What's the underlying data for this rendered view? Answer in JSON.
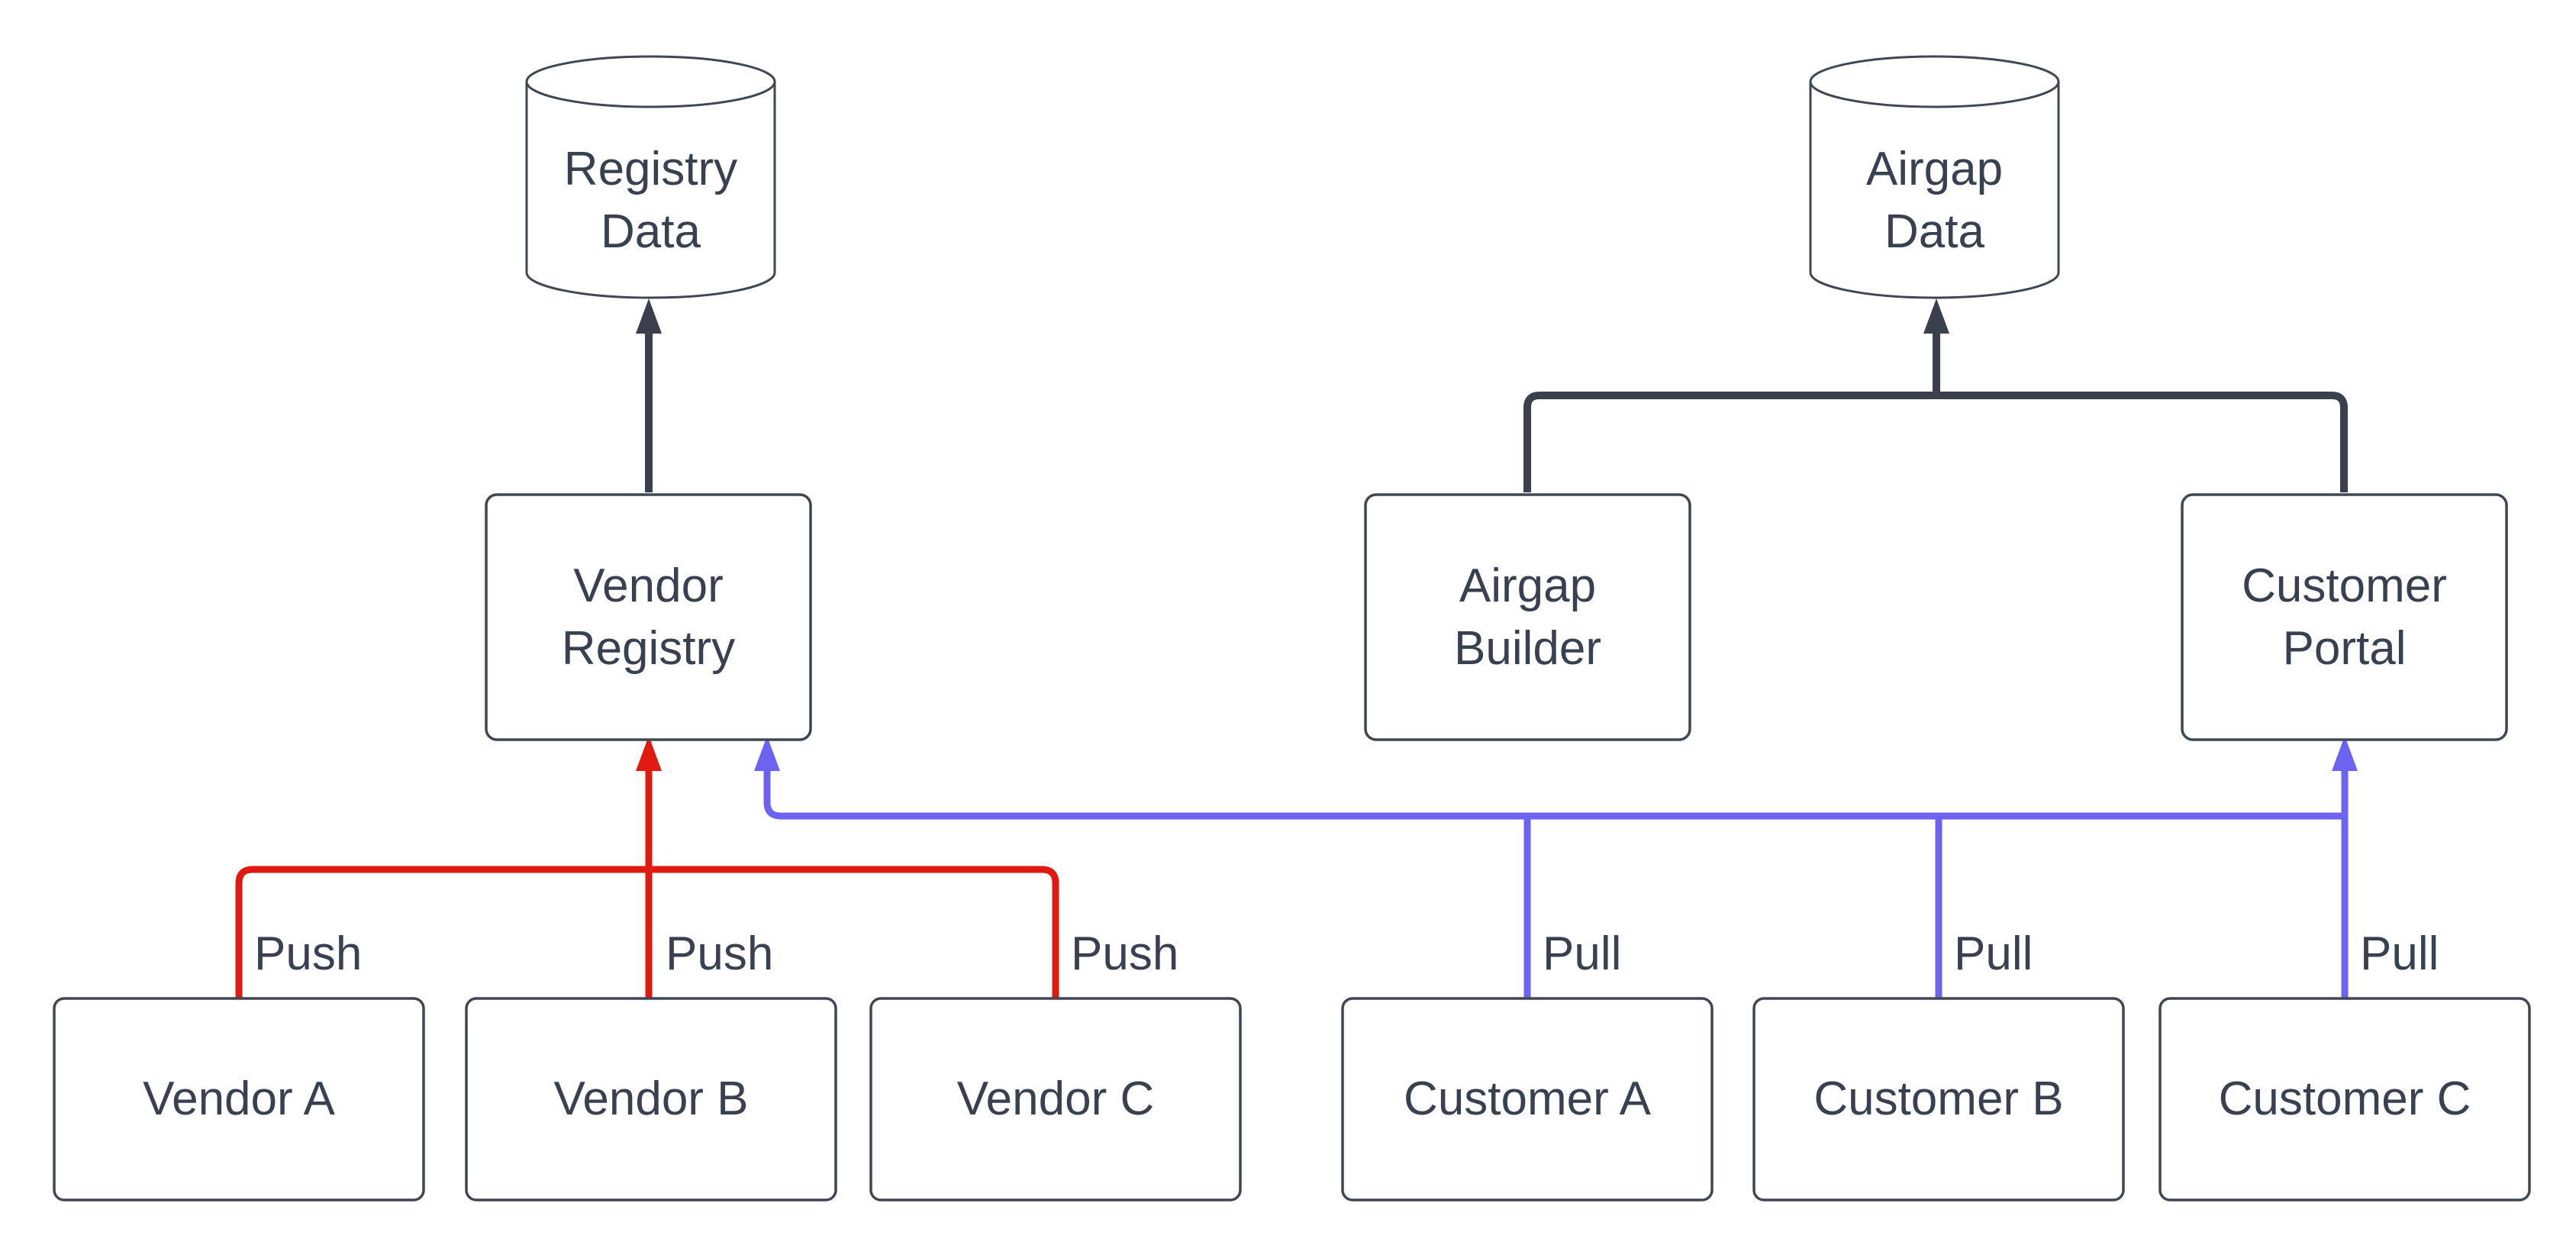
{
  "diagram": {
    "type": "flowchart",
    "background": "#ffffff",
    "colors": {
      "node_fill": "#ffffff",
      "node_border": "#3f4752",
      "text": "#394150",
      "flow_edge": "#3a414d",
      "push_edge": "#e11a0f",
      "pull_edge": "#6d63f2"
    },
    "nodes": [
      {
        "id": "registry-data",
        "shape": "cylinder",
        "label": "Registry\nData"
      },
      {
        "id": "airgap-data",
        "shape": "cylinder",
        "label": "Airgap\nData"
      },
      {
        "id": "vendor-registry",
        "shape": "rounded-rect",
        "label": "Vendor\nRegistry"
      },
      {
        "id": "airgap-builder",
        "shape": "rounded-rect",
        "label": "Airgap\nBuilder"
      },
      {
        "id": "customer-portal",
        "shape": "rounded-rect",
        "label": "Customer\nPortal"
      },
      {
        "id": "vendor-a",
        "shape": "rounded-rect",
        "label": "Vendor A"
      },
      {
        "id": "vendor-b",
        "shape": "rounded-rect",
        "label": "Vendor B"
      },
      {
        "id": "vendor-c",
        "shape": "rounded-rect",
        "label": "Vendor C"
      },
      {
        "id": "customer-a",
        "shape": "rounded-rect",
        "label": "Customer A"
      },
      {
        "id": "customer-b",
        "shape": "rounded-rect",
        "label": "Customer B"
      },
      {
        "id": "customer-c",
        "shape": "rounded-rect",
        "label": "Customer C"
      }
    ],
    "edges": [
      {
        "from": "vendor-registry",
        "to": "registry-data",
        "label": "",
        "color": "#3a414d"
      },
      {
        "from": "airgap-builder",
        "to": "airgap-data",
        "label": "",
        "color": "#3a414d"
      },
      {
        "from": "customer-portal",
        "to": "airgap-data",
        "label": "",
        "color": "#3a414d"
      },
      {
        "from": "vendor-a",
        "to": "vendor-registry",
        "label": "Push",
        "color": "#e11a0f"
      },
      {
        "from": "vendor-b",
        "to": "vendor-registry",
        "label": "Push",
        "color": "#e11a0f"
      },
      {
        "from": "vendor-c",
        "to": "vendor-registry",
        "label": "Push",
        "color": "#e11a0f"
      },
      {
        "from": "customer-a",
        "to": "vendor-registry",
        "label": "Pull",
        "color": "#6d63f2"
      },
      {
        "from": "customer-b",
        "to": "vendor-registry",
        "label": "Pull",
        "color": "#6d63f2"
      },
      {
        "from": "customer-c",
        "to": "customer-portal",
        "label": "Pull",
        "color": "#6d63f2"
      }
    ]
  }
}
